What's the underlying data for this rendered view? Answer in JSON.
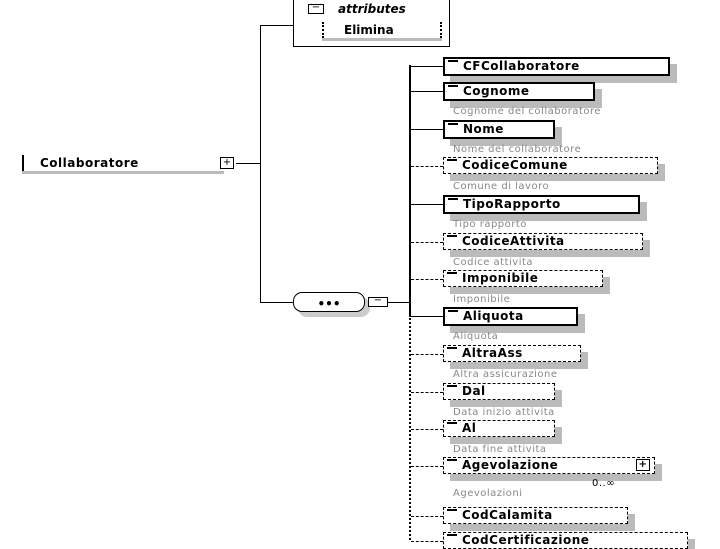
{
  "root": {
    "name": "Collaboratore",
    "expander": "plus-icon"
  },
  "attributes": {
    "header": "attributes",
    "items": [
      {
        "name": "Elimina"
      }
    ]
  },
  "sequence": {
    "label": "•••",
    "expander": "minus-icon"
  },
  "elements": [
    {
      "name": "CFCollaboratore",
      "description": "",
      "optional": false
    },
    {
      "name": "Cognome",
      "description": "Cognome del collaboratore",
      "optional": false
    },
    {
      "name": "Nome",
      "description": "Nome del collaboratore",
      "optional": false
    },
    {
      "name": "CodiceComune",
      "description": "Comune di lavoro",
      "optional": true
    },
    {
      "name": "TipoRapporto",
      "description": "Tipo rapporto",
      "optional": false
    },
    {
      "name": "CodiceAttivita",
      "description": "Codice attivita",
      "optional": true
    },
    {
      "name": "Imponibile",
      "description": "Imponibile",
      "optional": true
    },
    {
      "name": "Aliquota",
      "description": "Aliquota",
      "optional": false
    },
    {
      "name": "AltraAss",
      "description": "Altra assicurazione",
      "optional": true
    },
    {
      "name": "Dal",
      "description": "Data inizio attivita",
      "optional": true
    },
    {
      "name": "Al",
      "description": "Data fine attivita",
      "optional": true
    },
    {
      "name": "Agevolazione",
      "description": "Agevolazioni",
      "optional": true,
      "occurrence": "0..∞",
      "expandable": true
    },
    {
      "name": "CodCalamita",
      "description": "",
      "optional": true
    },
    {
      "name": "CodCertificazione",
      "description": "",
      "optional": true
    }
  ]
}
